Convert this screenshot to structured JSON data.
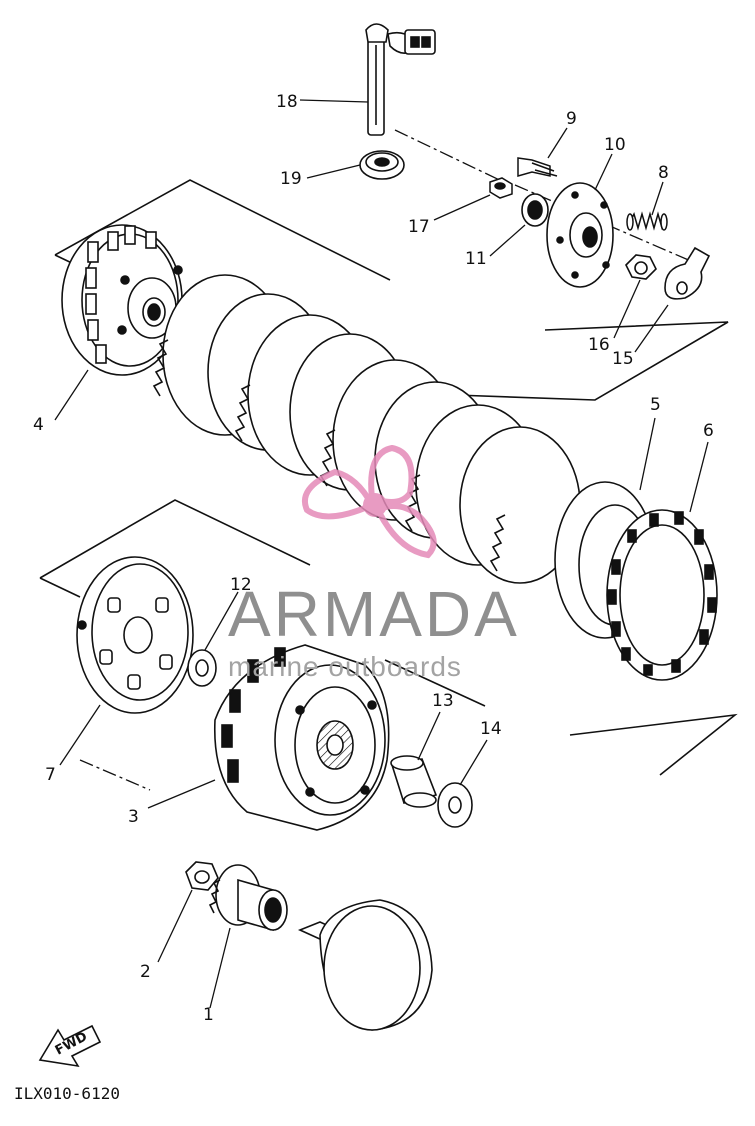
{
  "diagram": {
    "callouts": [
      {
        "id": "1",
        "text": "1"
      },
      {
        "id": "2",
        "text": "2"
      },
      {
        "id": "3",
        "text": "3"
      },
      {
        "id": "4",
        "text": "4"
      },
      {
        "id": "5",
        "text": "5"
      },
      {
        "id": "6",
        "text": "6"
      },
      {
        "id": "7",
        "text": "7"
      },
      {
        "id": "8",
        "text": "8"
      },
      {
        "id": "9",
        "text": "9"
      },
      {
        "id": "10",
        "text": "10"
      },
      {
        "id": "11",
        "text": "11"
      },
      {
        "id": "12",
        "text": "12"
      },
      {
        "id": "13",
        "text": "13"
      },
      {
        "id": "14",
        "text": "14"
      },
      {
        "id": "15",
        "text": "15"
      },
      {
        "id": "16",
        "text": "16"
      },
      {
        "id": "17",
        "text": "17"
      },
      {
        "id": "18",
        "text": "18"
      },
      {
        "id": "19",
        "text": "19"
      }
    ],
    "direction_label": "FWD",
    "diagram_code": "ILX010-6120"
  },
  "watermark": {
    "brand": "ARMADA",
    "tagline": "marine outboards",
    "logo_color": "#e48ab8",
    "text_color": "#8f8f8f"
  },
  "line_color": "#111111"
}
